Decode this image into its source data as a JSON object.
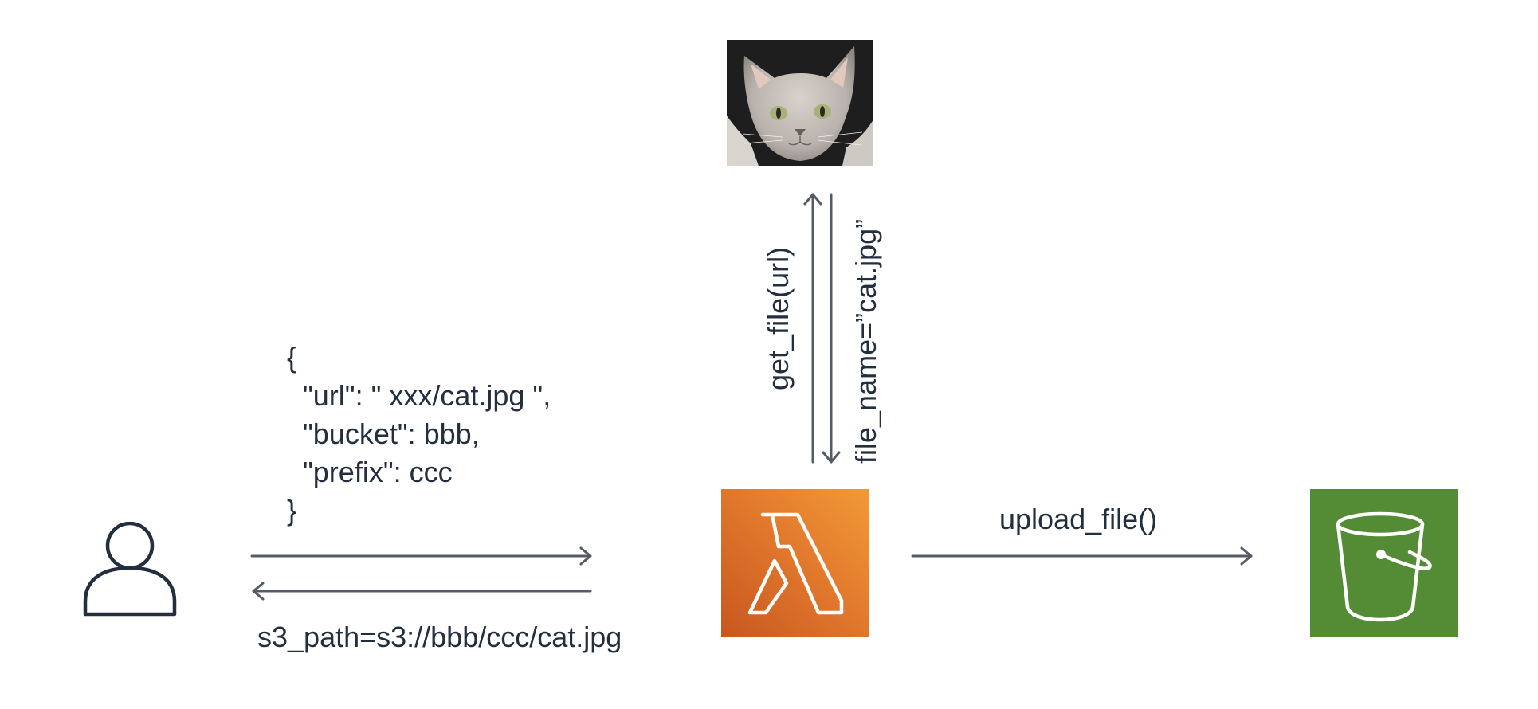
{
  "diagram": {
    "request_payload": [
      "{",
      "  \"url\": \" xxx/cat.jpg \",",
      "  \"bucket\": bbb,",
      "  \"prefix\": ccc",
      "}"
    ],
    "response_label": "s3_path=s3://bbb/ccc/cat.jpg",
    "get_file_label": "get_file(url)",
    "file_name_label": "file_name=”cat.jpg”",
    "upload_label": "upload_file()"
  },
  "icons": {
    "user": "user-icon",
    "lambda": "aws-lambda-icon",
    "s3": "aws-s3-bucket-icon",
    "cat": "cat-photo"
  },
  "colors": {
    "lambda_gradient_start": "#f29a36",
    "lambda_gradient_end": "#c8561f",
    "s3_background": "#548b35",
    "text": "#232f3e",
    "arrows": "#545b64"
  }
}
